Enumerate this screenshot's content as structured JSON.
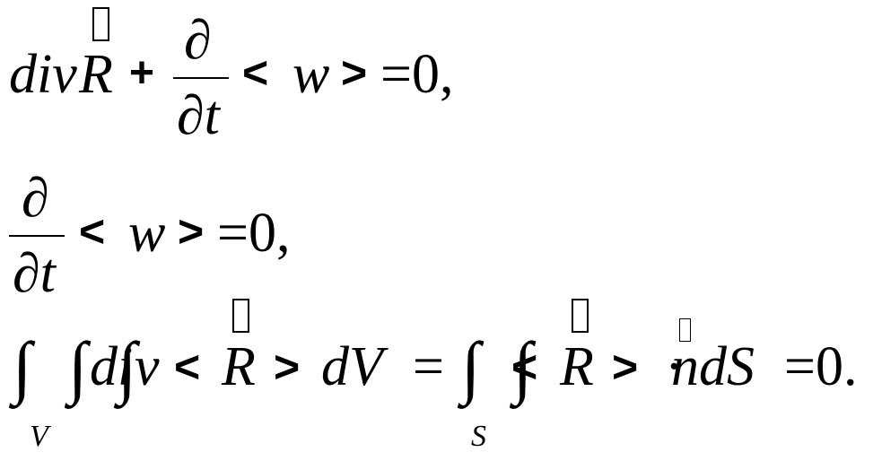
{
  "equation1": {
    "div": "div",
    "R": "R",
    "plus": "+",
    "partial": "∂",
    "partial_t": "∂t",
    "lt": "<",
    "w": "w",
    "gt": ">",
    "eq_zero": "=0,"
  },
  "equation2": {
    "partial": "∂",
    "partial_t": "∂t",
    "lt": "<",
    "w": "w",
    "gt": ">",
    "eq_zero": "=0,"
  },
  "equation3": {
    "integral": "∫",
    "sub_V": "V",
    "div": "di",
    "v": "v",
    "lt": "<",
    "R": "R",
    "gt": ">",
    "dV": "dV",
    "equals": "=",
    "sub_S": "S",
    "lt2": "<",
    "R2": "R",
    "gt2": ">",
    "dot": "·",
    "ndS": "ndS",
    "eq_zero": "=0."
  }
}
